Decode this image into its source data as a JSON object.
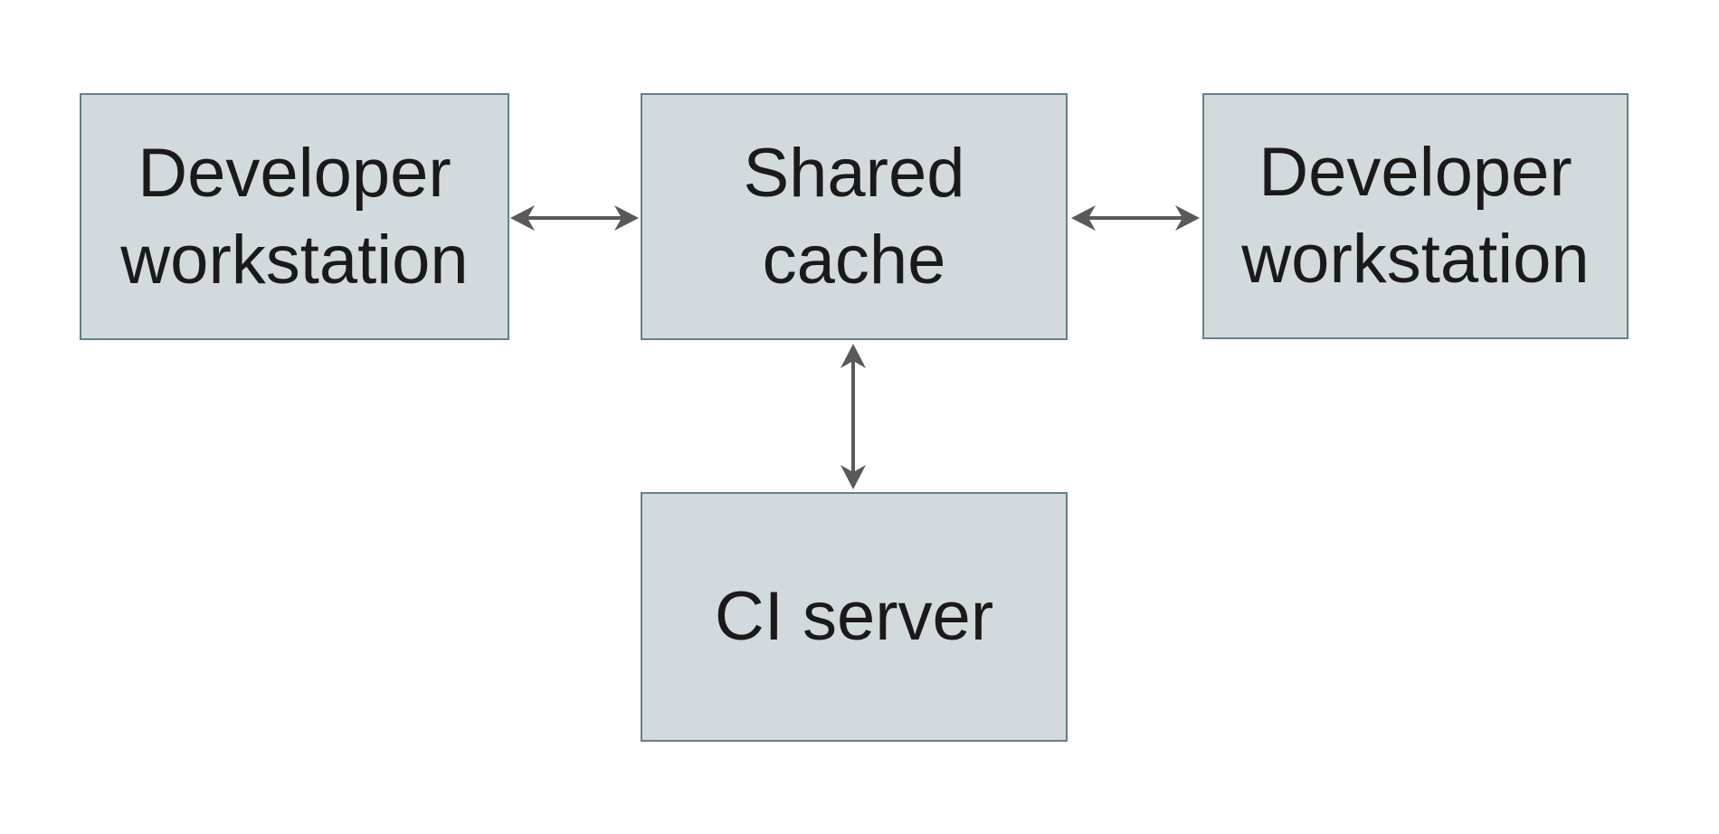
{
  "page": {
    "background": "#ffffff",
    "description": "Architecture diagram: two developer workstations and a CI server connected bidirectionally to a shared cache"
  },
  "colors": {
    "node_fill": "#d3dadd",
    "node_border": "#64808d",
    "arrow": "#595959",
    "text": "#1a1a1a"
  },
  "nodes": [
    {
      "id": "developer-workstation-left",
      "label": "Developer workstation",
      "lines": [
        "Developer",
        "workstation"
      ]
    },
    {
      "id": "shared-cache",
      "label": "Shared cache",
      "lines": [
        "Shared",
        "cache"
      ]
    },
    {
      "id": "developer-workstation-right",
      "label": "Developer workstation",
      "lines": [
        "Developer",
        "workstation"
      ]
    },
    {
      "id": "ci-server",
      "label": "CI server",
      "lines": [
        "CI server"
      ]
    }
  ],
  "edges": [
    {
      "from": "developer-workstation-left",
      "to": "shared-cache",
      "style": "double-headed-arrow"
    },
    {
      "from": "shared-cache",
      "to": "developer-workstation-right",
      "style": "double-headed-arrow"
    },
    {
      "from": "shared-cache",
      "to": "ci-server",
      "style": "double-headed-arrow"
    }
  ]
}
